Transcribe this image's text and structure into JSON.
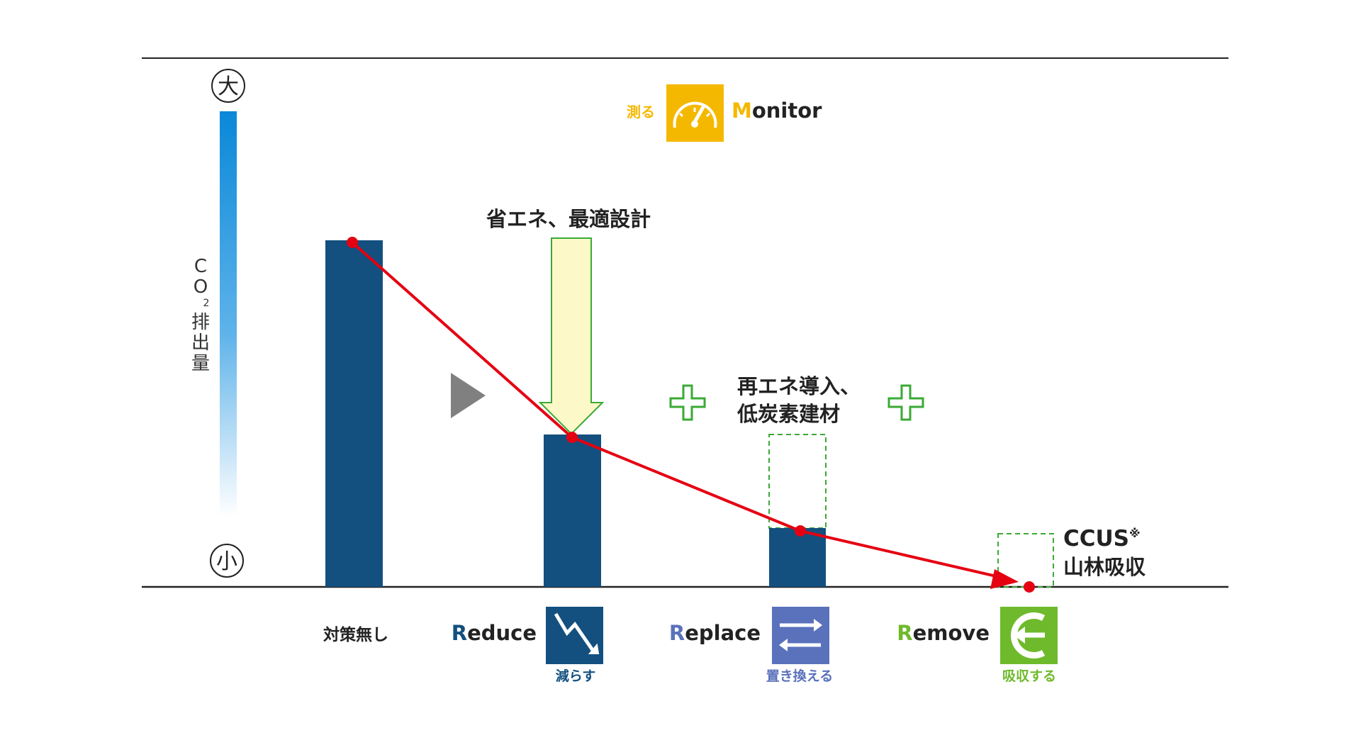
{
  "scale": {
    "top_label": "大",
    "bottom_label": "小",
    "axis_label_chars": [
      "C",
      "O",
      "2",
      "排",
      "出",
      "量"
    ]
  },
  "monitor": {
    "jp_label": "測る",
    "en_label_initial": "M",
    "en_label_rest": "onitor",
    "icon": "speedometer-icon",
    "color": "#f5b800"
  },
  "annotations": {
    "reduce_arrow_label": "省エネ、最適設計",
    "replace_label_line1": "再エネ導入、",
    "replace_label_line2": "低炭素建材",
    "ccus_label": "CCUS",
    "ccus_mark": "※",
    "ccus_label_line2": "山林吸収"
  },
  "columns": [
    {
      "key": "none",
      "label": "対策無し",
      "relative_level": 1.0
    },
    {
      "key": "reduce",
      "en_initial": "R",
      "en_rest": "educe",
      "jp_label": "減らす",
      "icon": "trend-down-icon",
      "color": "#13507f",
      "relative_level": 0.44
    },
    {
      "key": "replace",
      "en_initial": "R",
      "en_rest": "eplace",
      "jp_label": "置き換える",
      "icon": "swap-arrows-icon",
      "color": "#5a72bc",
      "relative_level": 0.17
    },
    {
      "key": "remove",
      "en_initial": "R",
      "en_rest": "emove",
      "jp_label": "吸収する",
      "icon": "circular-arrow-icon",
      "color": "#6fba2c",
      "relative_level": 0.0
    }
  ],
  "colors": {
    "bar": "#13507f",
    "trend_line": "#e50012",
    "green": "#3aaa35",
    "arrow_fill": "#fdf8c8",
    "play_arrow": "#808080"
  }
}
